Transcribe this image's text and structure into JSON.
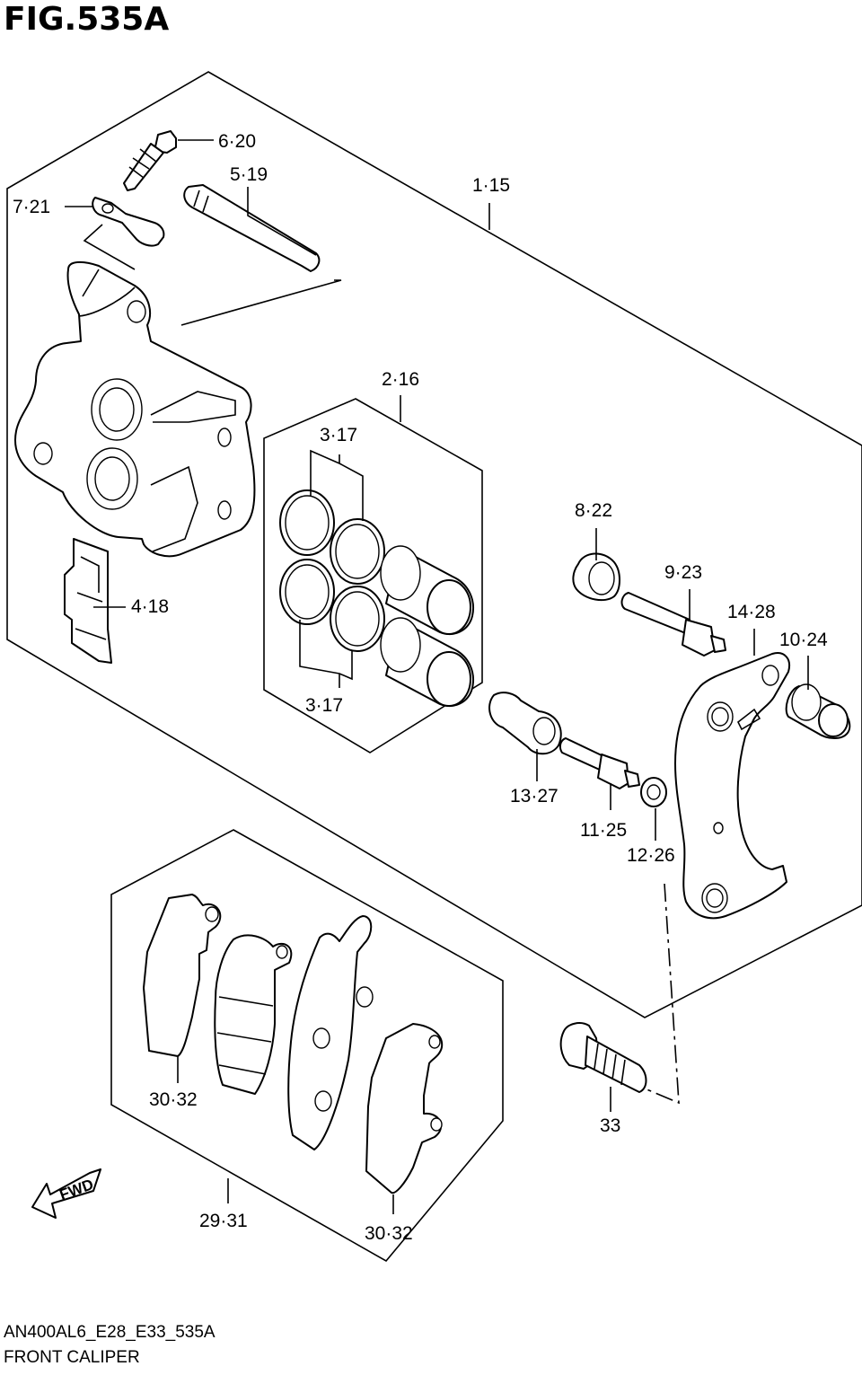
{
  "figure": {
    "title": "FIG.535A",
    "code": "AN400AL6_E28_E33_535A",
    "name": "FRONT CALIPER"
  },
  "callouts": {
    "c6_20": "6·20",
    "c5_19": "5·19",
    "c1_15": "1·15",
    "c7_21": "7·21",
    "c2_16": "2·16",
    "c3_17_top": "3·17",
    "c3_17_bottom": "3·17",
    "c4_18": "4·18",
    "c8_22": "8·22",
    "c9_23": "9·23",
    "c14_28": "14·28",
    "c10_24": "10·24",
    "c13_27": "13·27",
    "c11_25": "11·25",
    "c12_26": "12·26",
    "c30_32_left": "30·32",
    "c33": "33",
    "c29_31": "29·31",
    "c30_32_right": "30·32"
  },
  "fwd_label": "FWD"
}
